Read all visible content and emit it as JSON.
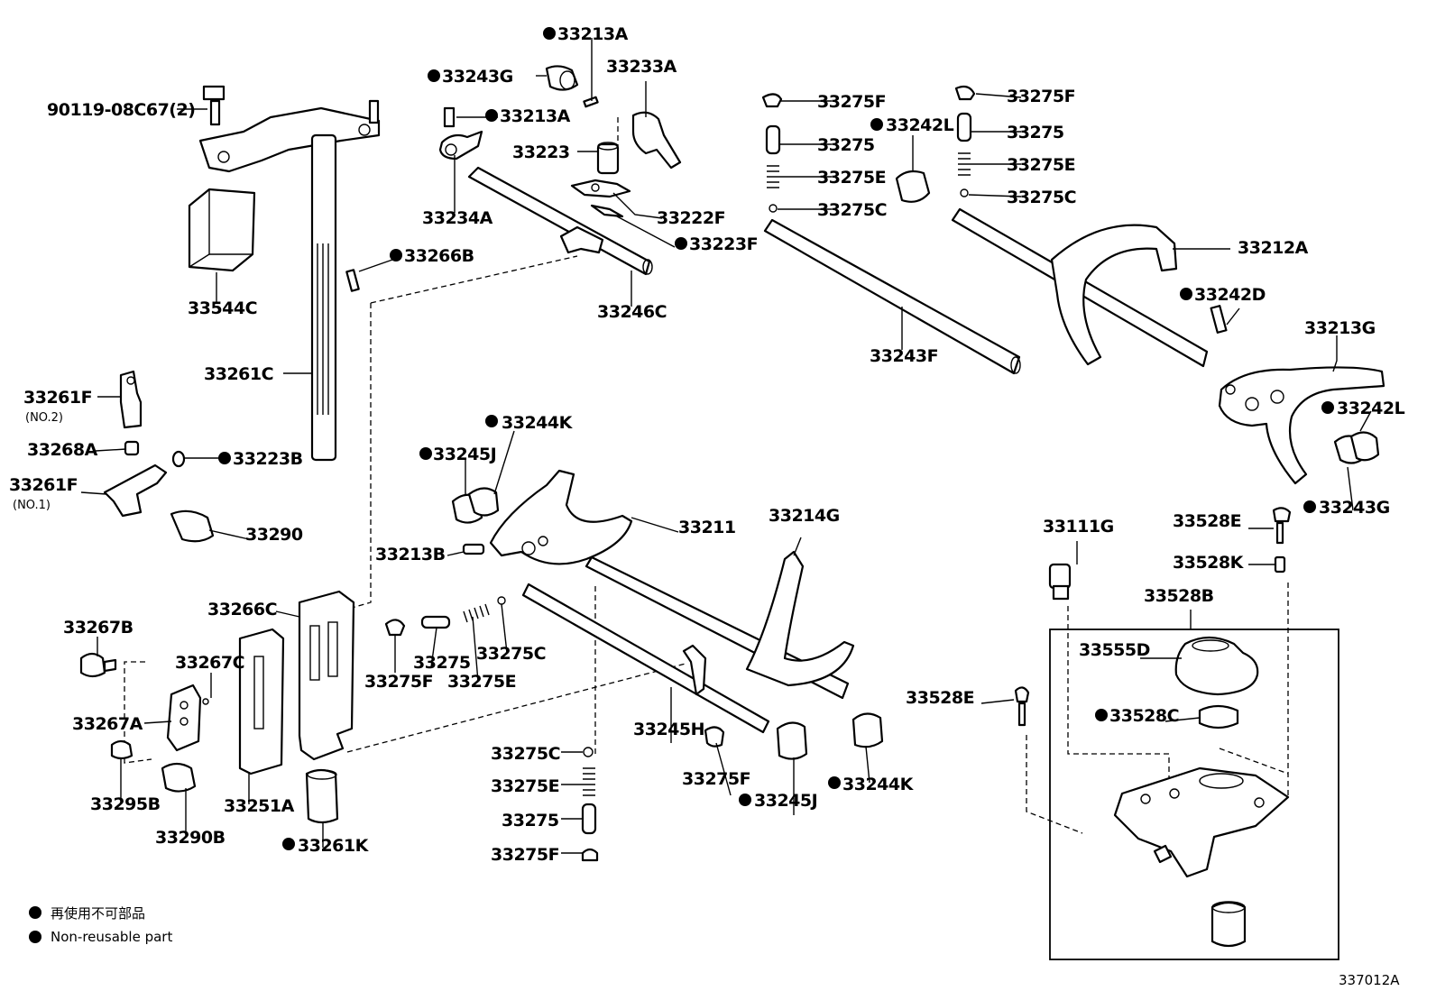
{
  "parts": {
    "p90119": "90119-08C67(2)",
    "p33213A_top": "33213A",
    "p33243G_top": "33243G",
    "p33233A": "33233A",
    "p33213A_mid": "33213A",
    "p33223": "33223",
    "p33234A": "33234A",
    "p33222F": "33222F",
    "p33223F": "33223F",
    "p33266B": "33266B",
    "p33246C": "33246C",
    "p33544C": "33544C",
    "p33261C": "33261C",
    "p33275F_a": "33275F",
    "p33275_a": "33275",
    "p33275E_a": "33275E",
    "p33275C_a": "33275C",
    "p33242L_top": "33242L",
    "p33275F_b": "33275F",
    "p33275_b": "33275",
    "p33275E_b": "33275E",
    "p33275C_b": "33275C",
    "p33212A": "33212A",
    "p33243F": "33243F",
    "p33242D": "33242D",
    "p33213G": "33213G",
    "p33242L_right": "33242L",
    "p33243G_right": "33243G",
    "p33261F_no2": "33261F",
    "p33261F_no2_sub": "(NO.2)",
    "p33268A": "33268A",
    "p33223B": "33223B",
    "p33261F_no1": "33261F",
    "p33261F_no1_sub": "(NO.1)",
    "p33290": "33290",
    "p33244K_top": "33244K",
    "p33245J_top": "33245J",
    "p33211": "33211",
    "p33214G": "33214G",
    "p33213B": "33213B",
    "p33266C": "33266C",
    "p33267B": "33267B",
    "p33267C": "33267C",
    "p33267A": "33267A",
    "p33295B": "33295B",
    "p33290B": "33290B",
    "p33251A": "33251A",
    "p33261K": "33261K",
    "p33275F_c": "33275F",
    "p33275_c": "33275",
    "p33275E_c": "33275E",
    "p33275C_c": "33275C",
    "p33245H": "33245H",
    "p33275F_d": "33275F",
    "p33245J_bot": "33245J",
    "p33244K_bot": "33244K",
    "p33275C_d": "33275C",
    "p33275E_d": "33275E",
    "p33275_d": "33275",
    "p33275F_e": "33275F",
    "p33111G": "33111G",
    "p33528E_top": "33528E",
    "p33528K": "33528K",
    "p33528B": "33528B",
    "p33555D": "33555D",
    "p33528E_left": "33528E",
    "p33528C": "33528C"
  },
  "legend": {
    "line1": "再使用不可部品",
    "line2": "Non-reusable part"
  },
  "diagram_code": "337012A"
}
